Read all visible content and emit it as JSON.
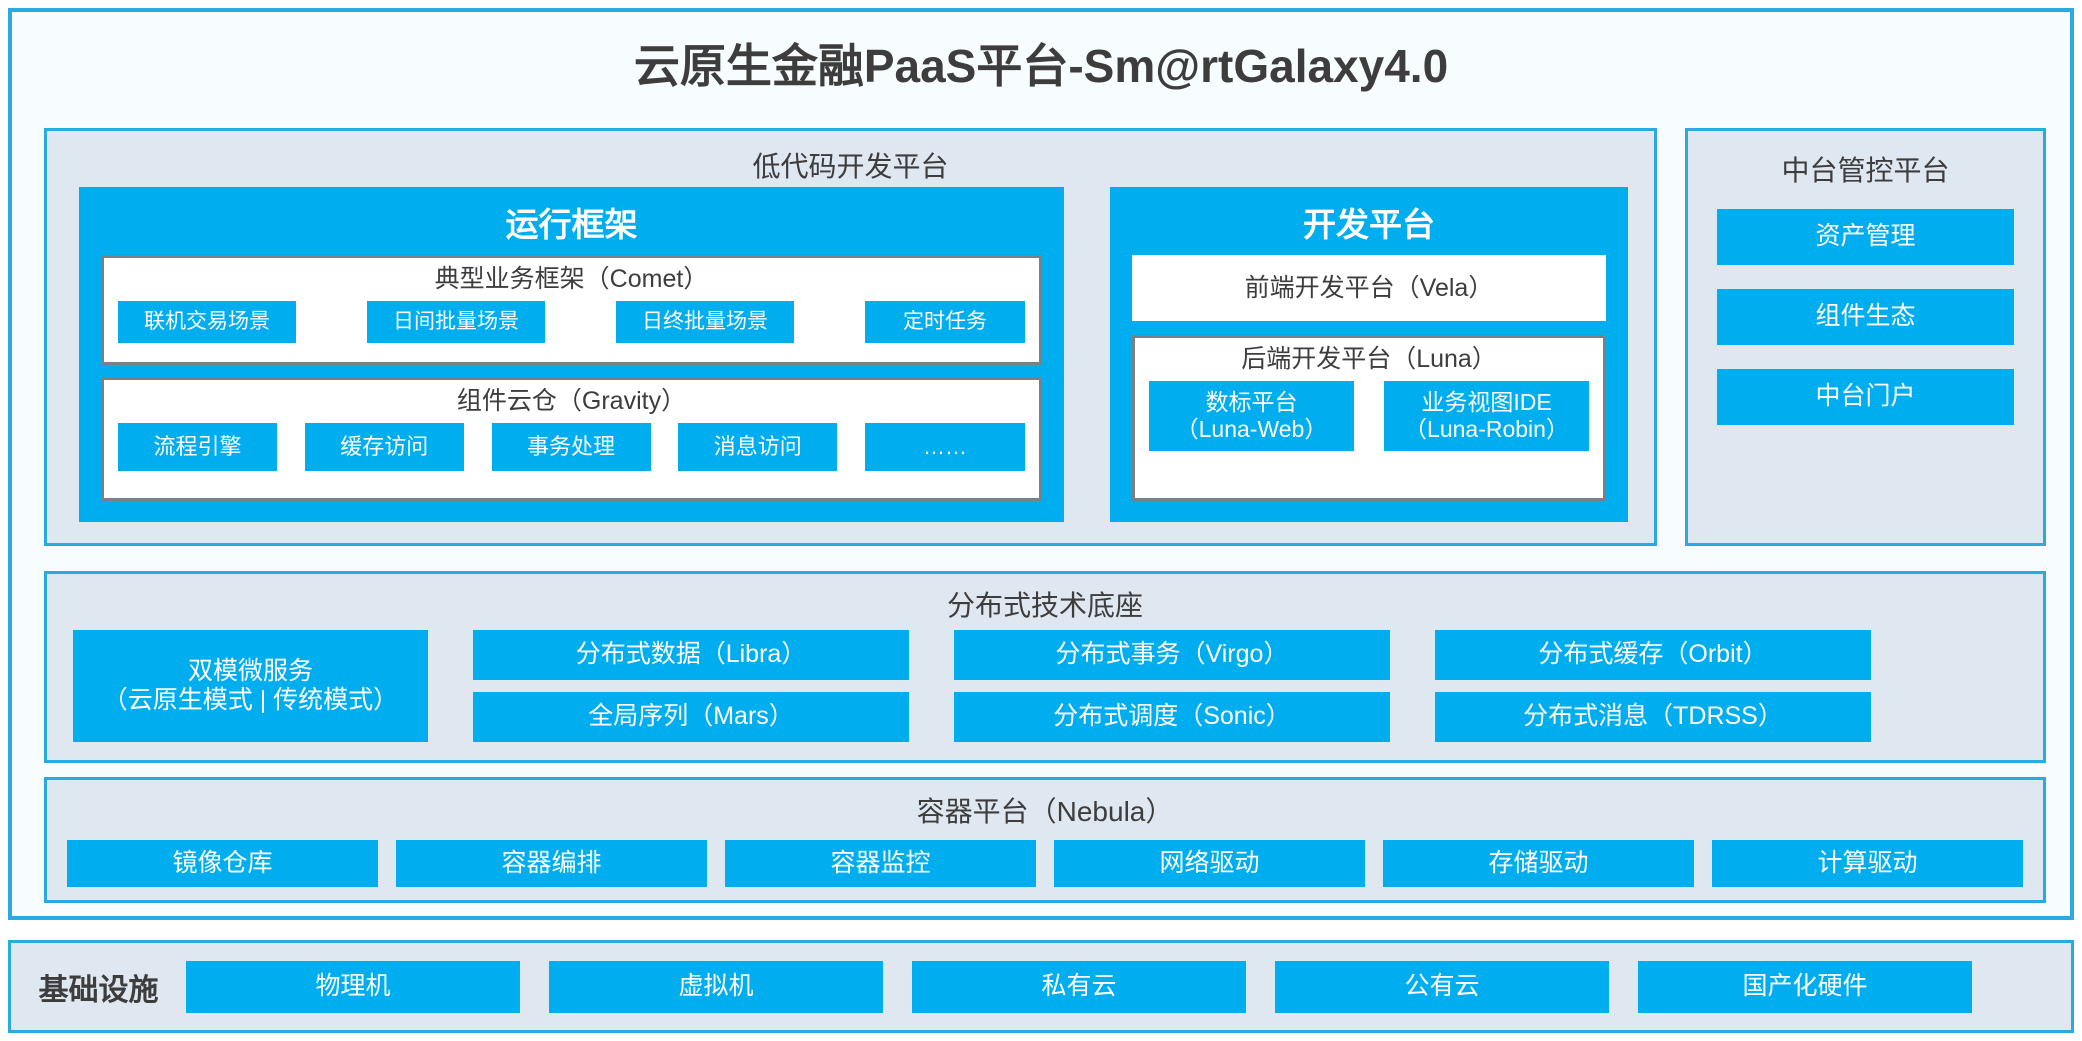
{
  "title": "云原生金融PaaS平台-Sm@rtGalaxy4.0",
  "colors": {
    "accent": "#00AEEF",
    "panel_border": "#29ABE2",
    "panel_bg": "#DFE7F1",
    "card_bg": "#F7FCFE",
    "inner_border": "#7B7F86",
    "text": "#3D3D3D",
    "chip_text": "#FFFFFF"
  },
  "lowcode": {
    "title": "低代码开发平台",
    "runtime": {
      "heading": "运行框架",
      "comet": {
        "title": "典型业务框架（Comet）",
        "items": [
          "联机交易场景",
          "日间批量场景",
          "日终批量场景",
          "定时任务"
        ]
      },
      "gravity": {
        "title": "组件云仓（Gravity）",
        "items": [
          "流程引擎",
          "缓存访问",
          "事务处理",
          "消息访问",
          "……"
        ]
      }
    },
    "devplatform": {
      "heading": "开发平台",
      "frontend": "前端开发平台（Vela）",
      "backend": {
        "title": "后端开发平台（Luna）",
        "items": [
          {
            "name": "数标平台",
            "code": "（Luna-Web）"
          },
          {
            "name": "业务视图IDE",
            "code": "（Luna-Robin）"
          }
        ]
      }
    }
  },
  "midoffice": {
    "title": "中台管控平台",
    "items": [
      "资产管理",
      "组件生态",
      "中台门户"
    ]
  },
  "distbase": {
    "title": "分布式技术底座",
    "dual_mode": {
      "name": "双模微服务",
      "modes": "（云原生模式 | 传统模式）"
    },
    "columns": [
      [
        "分布式数据（Libra）",
        "全局序列（Mars）"
      ],
      [
        "分布式事务（Virgo）",
        "分布式调度（Sonic）"
      ],
      [
        "分布式缓存（Orbit）",
        "分布式消息（TDRSS）"
      ]
    ]
  },
  "container": {
    "title": "容器平台（Nebula）",
    "items": [
      "镜像仓库",
      "容器编排",
      "容器监控",
      "网络驱动",
      "存储驱动",
      "计算驱动"
    ]
  },
  "infrastructure": {
    "label": "基础设施",
    "items": [
      "物理机",
      "虚拟机",
      "私有云",
      "公有云",
      "国产化硬件"
    ]
  }
}
